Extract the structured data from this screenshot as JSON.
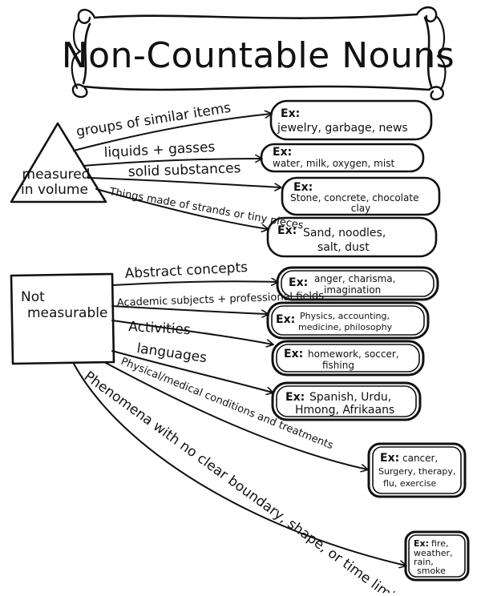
{
  "title": "Non-Countable Nouns",
  "measured": {
    "label_line1": "measured",
    "label_line2": "in volume",
    "branches": [
      {
        "label": "groups of similar items",
        "example_prefix": "Ex:",
        "example_text": "jewelry, garbage, news"
      },
      {
        "label": "liquids + gasses",
        "example_prefix": "Ex:",
        "example_text": "water, milk, oxygen, mist"
      },
      {
        "label": "solid substances",
        "example_prefix": "Ex:",
        "example_line1": "Stone, concrete, chocolate",
        "example_line2": "clay"
      },
      {
        "label": "Things made of strands or tiny pieces",
        "example_prefix": "Ex:",
        "example_line1": "Sand, noodles,",
        "example_line2": "salt, dust"
      }
    ]
  },
  "not_measurable": {
    "label_line1": "Not",
    "label_line2": "measurable",
    "branches": [
      {
        "label": "Abstract concepts",
        "example_prefix": "Ex:",
        "example_line1": "anger, charisma,",
        "example_line2": "imagination"
      },
      {
        "label": "Academic subjects + professional fields",
        "example_prefix": "Ex:",
        "example_line1": "Physics, accounting,",
        "example_line2": "medicine, philosophy"
      },
      {
        "label": "Activities",
        "example_prefix": "Ex:",
        "example_line1": "homework, soccer,",
        "example_line2": "fishing"
      },
      {
        "label": "languages",
        "example_prefix": "Ex:",
        "example_line1": "Spanish, Urdu,",
        "example_line2": "Hmong, Afrikaans"
      },
      {
        "label": "Physical/medical conditions and treatments",
        "example_prefix": "Ex:",
        "example_line1": "cancer,",
        "example_line2": "Surgery, therapy,",
        "example_line3": "flu, exercise"
      },
      {
        "label": "Phenomena with no clear boundary, shape, or time limit",
        "example_prefix": "Ex:",
        "example_line1": "fire,",
        "example_line2": "weather,",
        "example_line3": "rain,",
        "example_line4": "smoke"
      }
    ]
  }
}
